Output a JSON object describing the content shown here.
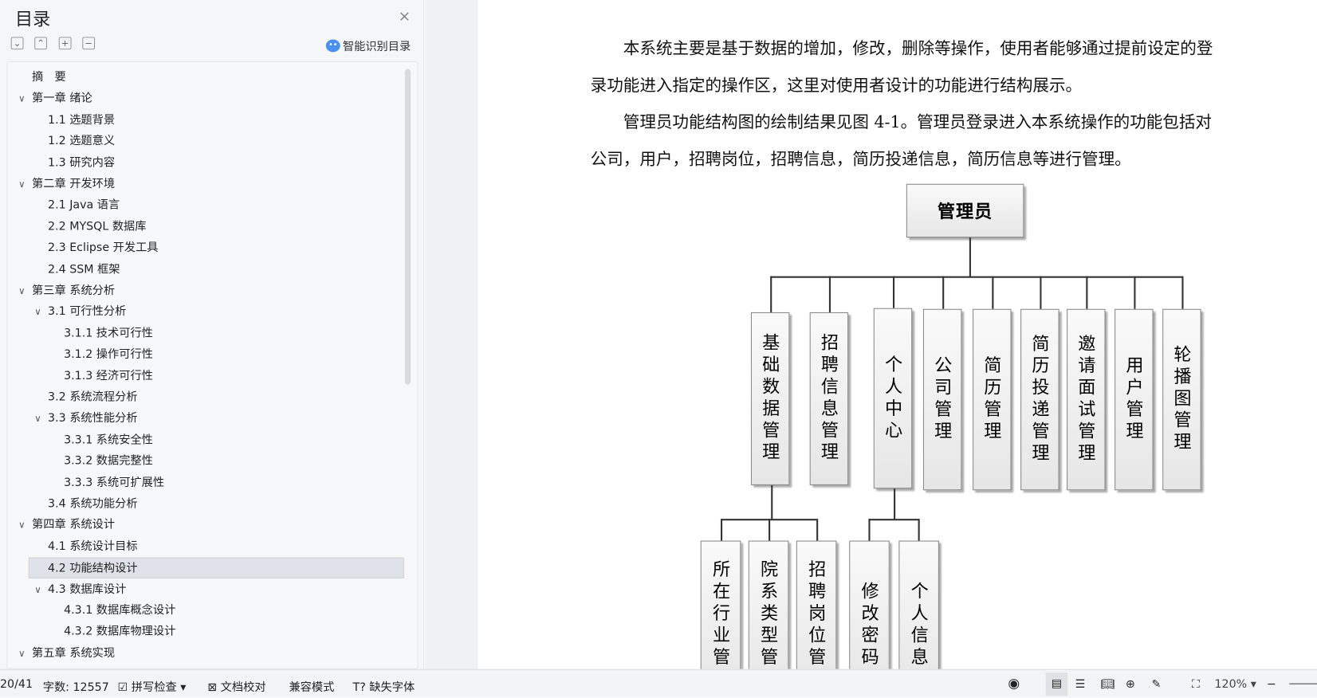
{
  "toc": {
    "title": "目录",
    "close": "×",
    "tools": [
      "⌄",
      "⌃",
      "+",
      "−"
    ],
    "smart_label": "智能识别目录",
    "items": [
      {
        "label": "摘　要",
        "level": 0,
        "chev": false
      },
      {
        "label": "第一章  绪论",
        "level": 0,
        "chev": true
      },
      {
        "label": "1.1  选题背景",
        "level": 1,
        "chev": false
      },
      {
        "label": "1.2  选题意义",
        "level": 1,
        "chev": false
      },
      {
        "label": "1.3  研究内容",
        "level": 1,
        "chev": false
      },
      {
        "label": "第二章  开发环境",
        "level": 0,
        "chev": true
      },
      {
        "label": "2.1 Java 语言",
        "level": 1,
        "chev": false
      },
      {
        "label": "2.2 MYSQL 数据库",
        "level": 1,
        "chev": false
      },
      {
        "label": "2.3 Eclipse 开发工具",
        "level": 1,
        "chev": false
      },
      {
        "label": "2.4 SSM 框架",
        "level": 1,
        "chev": false
      },
      {
        "label": "第三章  系统分析",
        "level": 0,
        "chev": true
      },
      {
        "label": "3.1 可行性分析",
        "level": 1,
        "chev": true
      },
      {
        "label": "3.1.1 技术可行性",
        "level": 2,
        "chev": false
      },
      {
        "label": "3.1.2 操作可行性",
        "level": 2,
        "chev": false
      },
      {
        "label": "3.1.3 经济可行性",
        "level": 2,
        "chev": false
      },
      {
        "label": "3.2 系统流程分析",
        "level": 1,
        "chev": false
      },
      {
        "label": "3.3 系统性能分析",
        "level": 1,
        "chev": true
      },
      {
        "label": "3.3.1 系统安全性",
        "level": 2,
        "chev": false
      },
      {
        "label": "3.3.2 数据完整性",
        "level": 2,
        "chev": false
      },
      {
        "label": "3.3.3 系统可扩展性",
        "level": 2,
        "chev": false
      },
      {
        "label": "3.4 系统功能分析",
        "level": 1,
        "chev": false
      },
      {
        "label": "第四章  系统设计",
        "level": 0,
        "chev": true
      },
      {
        "label": "4.1  系统设计目标",
        "level": 1,
        "chev": false
      },
      {
        "label": "4.2 功能结构设计",
        "level": 1,
        "chev": false,
        "selected": true
      },
      {
        "label": "4.3 数据库设计",
        "level": 1,
        "chev": true
      },
      {
        "label": "4.3.1  数据库概念设计",
        "level": 2,
        "chev": false
      },
      {
        "label": "4.3.2  数据库物理设计",
        "level": 2,
        "chev": false
      },
      {
        "label": "第五章  系统实现",
        "level": 0,
        "chev": true
      }
    ]
  },
  "doc": {
    "paragraphs": [
      "　　本系统主要是基于数据的增加，修改，删除等操作，使用者能够通过提前设定的登",
      "录功能进入指定的操作区，这里对使用者设计的功能进行结构展示。",
      "　　管理员功能结构图的绘制结果见图 4-1。管理员登录进入本系统操作的功能包括对",
      "公司，用户，招聘岗位，招聘信息，简历投递信息，简历信息等进行管理。"
    ],
    "diagram": {
      "root": "管理员",
      "modules": [
        "基础数据管理",
        "招聘信息管理",
        "个人中心",
        "公司管理",
        "简历管理",
        "简历投递管理",
        "邀请面试管理",
        "用户管理",
        "轮播图管理"
      ],
      "sub_basic": [
        "所在行业管理",
        "院系类型管理",
        "招聘岗位管理"
      ],
      "sub_personal": [
        "修改密码",
        "个人信息"
      ]
    }
  },
  "status": {
    "page": "20/41",
    "words": "字数: 12557",
    "spell": "拼写检查",
    "proof": "文档校对",
    "compat": "兼容模式",
    "font": "缺失字体",
    "zoom": "120%"
  }
}
